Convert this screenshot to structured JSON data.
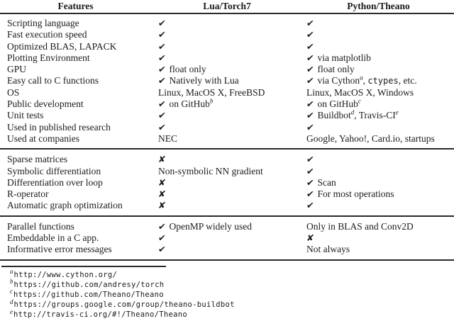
{
  "page_bg": "#ffffff",
  "text_color": "#1b1b1b",
  "rule_color": "#2b2b2b",
  "glyphs": {
    "check": "✔",
    "cross": "✘"
  },
  "table": {
    "headers": [
      "Features",
      "Lua/Torch7",
      "Python/Theano"
    ],
    "sections": [
      {
        "rows": [
          {
            "feature": "Scripting language",
            "cells": [
              {
                "glyph": "check",
                "segments": []
              },
              {
                "glyph": "check",
                "segments": []
              }
            ]
          },
          {
            "feature": "Fast execution speed",
            "cells": [
              {
                "glyph": "check",
                "segments": []
              },
              {
                "glyph": "check",
                "segments": []
              }
            ]
          },
          {
            "feature": "Optimized BLAS, LAPACK",
            "cells": [
              {
                "glyph": "check",
                "segments": []
              },
              {
                "glyph": "check",
                "segments": []
              }
            ]
          },
          {
            "feature": "Plotting Environment",
            "cells": [
              {
                "glyph": "check",
                "segments": []
              },
              {
                "glyph": "check",
                "segments": [
                  {
                    "text": "via matplotlib"
                  }
                ]
              }
            ]
          },
          {
            "feature": "GPU",
            "cells": [
              {
                "glyph": "check",
                "segments": [
                  {
                    "text": "float only"
                  }
                ]
              },
              {
                "glyph": "check",
                "segments": [
                  {
                    "text": "float only"
                  }
                ]
              }
            ]
          },
          {
            "feature": "Easy call to C functions",
            "cells": [
              {
                "glyph": "check",
                "segments": [
                  {
                    "text": "Natively with Lua"
                  }
                ]
              },
              {
                "glyph": "check",
                "segments": [
                  {
                    "text": "via Cython"
                  },
                  {
                    "sup": "a"
                  },
                  {
                    "text": ", "
                  },
                  {
                    "mono": "ctypes"
                  },
                  {
                    "text": ", etc."
                  }
                ]
              }
            ]
          },
          {
            "feature": "OS",
            "cells": [
              {
                "glyph": null,
                "segments": [
                  {
                    "text": "Linux, MacOS X, FreeBSD"
                  }
                ]
              },
              {
                "glyph": null,
                "segments": [
                  {
                    "text": "Linux, MacOS X, Windows"
                  }
                ]
              }
            ]
          },
          {
            "feature": "Public development",
            "cells": [
              {
                "glyph": "check",
                "segments": [
                  {
                    "text": "on GitHub"
                  },
                  {
                    "sup": "b"
                  }
                ]
              },
              {
                "glyph": "check",
                "segments": [
                  {
                    "text": "on GitHub"
                  },
                  {
                    "sup": "c"
                  }
                ]
              }
            ]
          },
          {
            "feature": "Unit tests",
            "cells": [
              {
                "glyph": "check",
                "segments": []
              },
              {
                "glyph": "check",
                "segments": [
                  {
                    "text": "Buildbot"
                  },
                  {
                    "sup": "d"
                  },
                  {
                    "text": ", Travis-CI"
                  },
                  {
                    "sup": "e"
                  }
                ]
              }
            ]
          },
          {
            "feature": "Used in published research",
            "cells": [
              {
                "glyph": "check",
                "segments": []
              },
              {
                "glyph": "check",
                "segments": []
              }
            ]
          },
          {
            "feature": "Used at companies",
            "cells": [
              {
                "glyph": null,
                "segments": [
                  {
                    "text": "NEC"
                  }
                ]
              },
              {
                "glyph": null,
                "segments": [
                  {
                    "text": "Google, Yahoo!, Card.io, startups"
                  }
                ]
              }
            ]
          }
        ]
      },
      {
        "rows": [
          {
            "feature": "Sparse matrices",
            "cells": [
              {
                "glyph": "cross",
                "segments": []
              },
              {
                "glyph": "check",
                "segments": []
              }
            ]
          },
          {
            "feature": "Symbolic differentiation",
            "cells": [
              {
                "glyph": null,
                "segments": [
                  {
                    "text": "Non-symbolic NN gradient"
                  }
                ]
              },
              {
                "glyph": "check",
                "segments": []
              }
            ]
          },
          {
            "feature": "Differentiation over loop",
            "cells": [
              {
                "glyph": "cross",
                "segments": []
              },
              {
                "glyph": "check",
                "segments": [
                  {
                    "text": "Scan"
                  }
                ]
              }
            ]
          },
          {
            "feature": "R-operator",
            "cells": [
              {
                "glyph": "cross",
                "segments": []
              },
              {
                "glyph": "check",
                "segments": [
                  {
                    "text": "For most operations"
                  }
                ]
              }
            ]
          },
          {
            "feature": "Automatic graph optimization",
            "cells": [
              {
                "glyph": "cross",
                "segments": []
              },
              {
                "glyph": "check",
                "segments": []
              }
            ]
          }
        ]
      },
      {
        "rows": [
          {
            "feature": "Parallel functions",
            "cells": [
              {
                "glyph": "check",
                "segments": [
                  {
                    "text": "OpenMP widely used"
                  }
                ]
              },
              {
                "glyph": null,
                "segments": [
                  {
                    "text": "Only in BLAS and Conv2D"
                  }
                ]
              }
            ]
          },
          {
            "feature": "Embeddable in a C app.",
            "cells": [
              {
                "glyph": "check",
                "segments": []
              },
              {
                "glyph": "cross",
                "segments": []
              }
            ]
          },
          {
            "feature": "Informative error messages",
            "cells": [
              {
                "glyph": "check",
                "segments": []
              },
              {
                "glyph": null,
                "segments": [
                  {
                    "text": "Not always"
                  }
                ]
              }
            ]
          }
        ]
      }
    ]
  },
  "footnotes": [
    {
      "mark": "a",
      "text": "http://www.cython.org/"
    },
    {
      "mark": "b",
      "text": "https://github.com/andresy/torch"
    },
    {
      "mark": "c",
      "text": "https://github.com/Theano/Theano"
    },
    {
      "mark": "d",
      "text": "https://groups.google.com/group/theano-buildbot"
    },
    {
      "mark": "e",
      "text": "http://travis-ci.org/#!/Theano/Theano"
    }
  ]
}
